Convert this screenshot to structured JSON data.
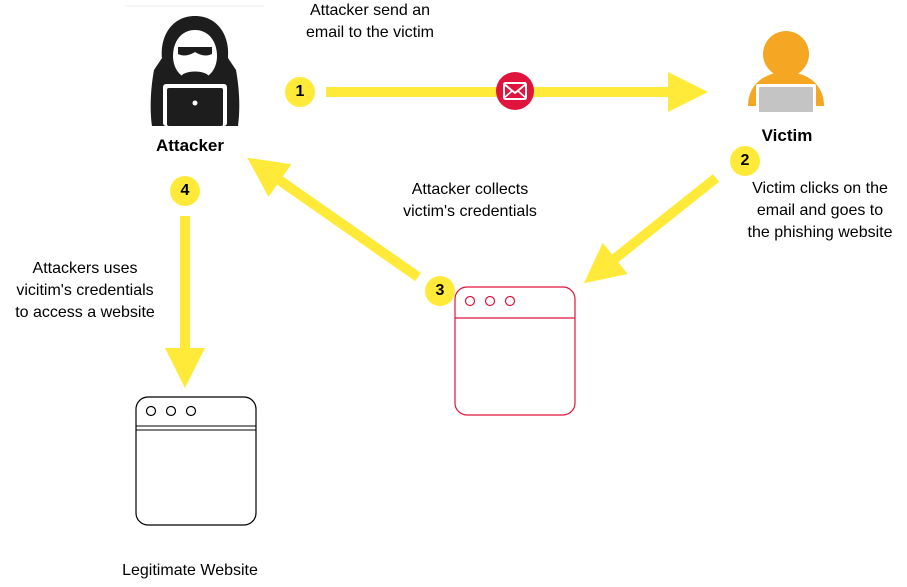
{
  "labels": {
    "step1_text": "Attacker send an\nemail to the victim",
    "attacker": "Attacker",
    "victim": "Victim",
    "step2_text": "Victim clicks on the\nemail  and goes to\nthe phishing website",
    "step3_text": "Attacker collects\nvictim's credentials",
    "step4_text": "Attackers uses\nvicitim's credentials\nto access a website",
    "legit_site": "Legitimate Website"
  },
  "steps": [
    "1",
    "2",
    "3",
    "4"
  ],
  "colors": {
    "arrow": "#ffea3a",
    "step_badge": "#ffea3a",
    "mail_badge": "#e0143c",
    "victim_orange": "#f5a623",
    "phishing_window": "#e0143c",
    "legit_window": "#000000"
  },
  "icons": {
    "attacker": "hacker-icon",
    "victim": "user-laptop-icon",
    "mail": "envelope-icon",
    "phishing_site": "browser-window-icon",
    "legit_site": "browser-window-icon"
  }
}
